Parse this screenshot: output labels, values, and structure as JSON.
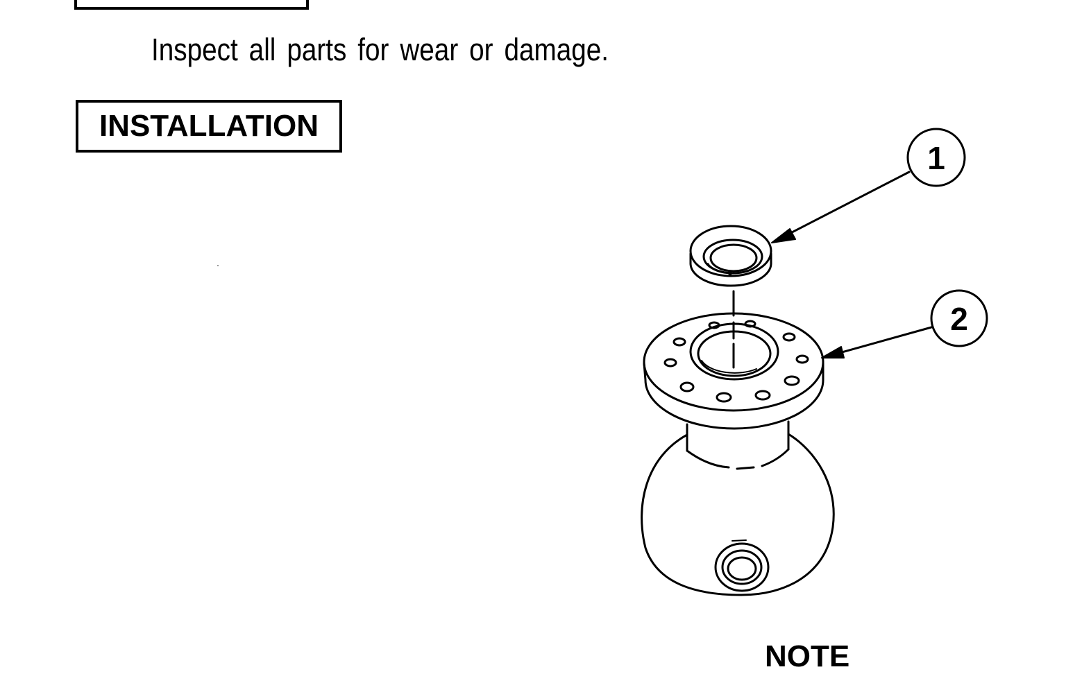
{
  "body_text": {
    "inspect": "Inspect all parts for wear or damage."
  },
  "section_heading": {
    "installation": "INSTALLATION"
  },
  "figure": {
    "callouts": [
      "1",
      "2"
    ]
  },
  "note": {
    "heading": "NOTE"
  }
}
